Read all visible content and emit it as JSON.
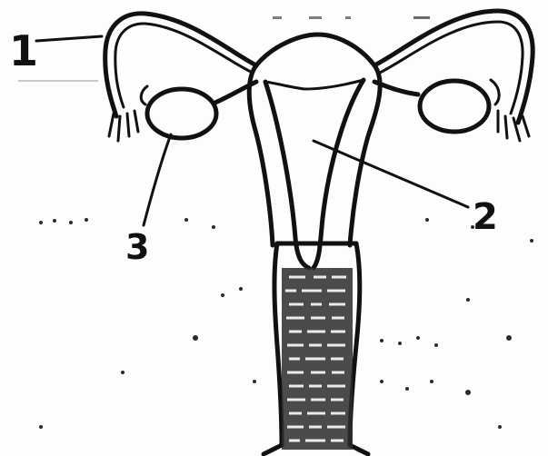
{
  "diagram": {
    "labels": {
      "label_1": "1",
      "label_2": "2",
      "label_3": "3"
    }
  }
}
